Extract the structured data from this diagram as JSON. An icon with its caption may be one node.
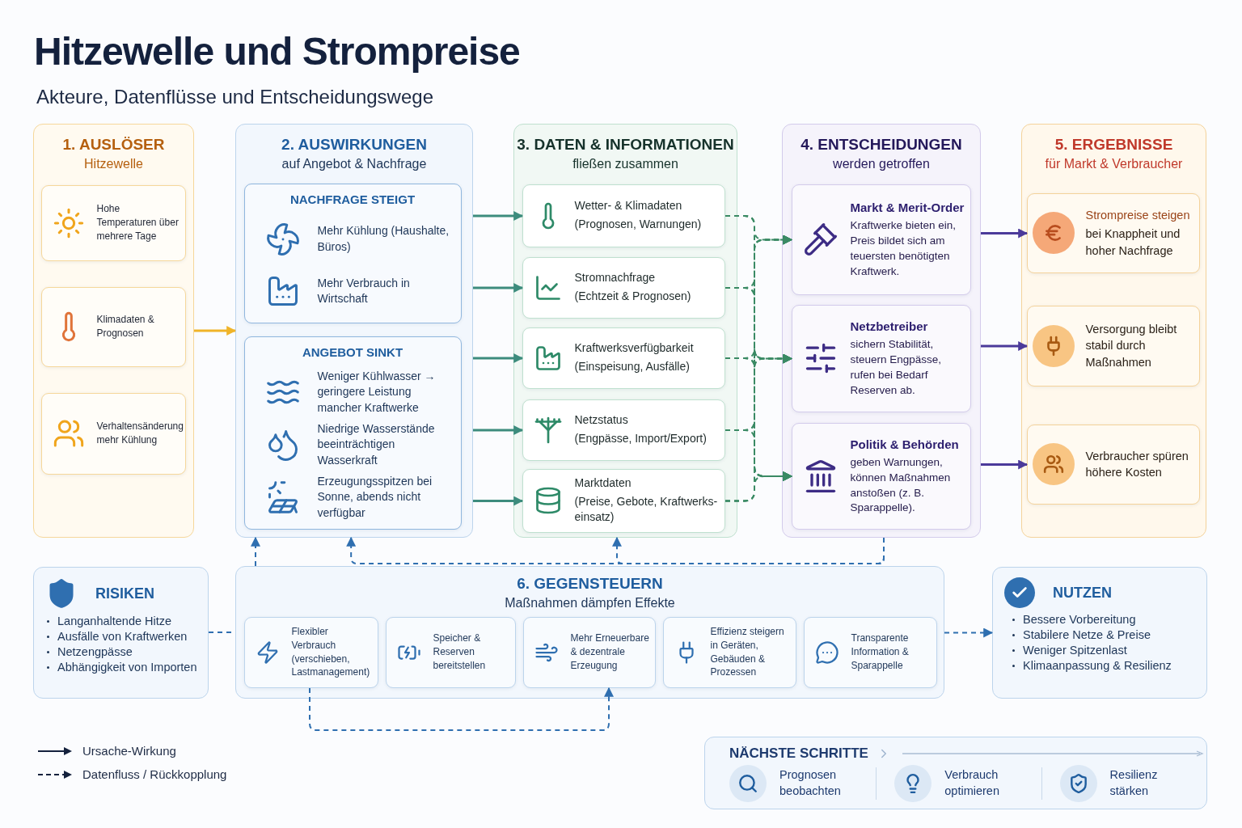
{
  "diagram": {
    "title": "Hitzewelle und Strompreise",
    "nodes": [
      {
        "text": [
          "1. AUSLÖSER",
          "Hitzewelle"
        ]
      },
      {
        "text": [
          "Hohe Temperaturen über mehrere Tage"
        ],
        "in": 0
      },
      {
        "text": [
          "Klimadaten & Prognosen"
        ],
        "in": 0
      },
      {
        "text": [
          "Verhaltensänderung mehr Kühlung"
        ],
        "in": 0
      },
      {
        "text": [
          "2. AUSWIRKUNGEN",
          "auf Angebot & Nachfrage"
        ]
      },
      {
        "text": [
          "NACHFRAGE STEIGT",
          "Mehr Kühlung (Haushalte, Büros)",
          "Mehr Verbrauch in Wirtschaft"
        ],
        "in": 4
      },
      {
        "text": [
          "ANGEBOT SINKT",
          "Weniger Kühlwasser → geringere Leistung mancher Kraftwerke",
          "Niedrige Wasserstände beeinträchtigen Wasserkraft",
          "Erzeugungsspitzen bei Sonne, abends nicht verfügbar"
        ],
        "in": 4
      },
      {
        "text": [
          "3. DATEN & INFORMATIONEN",
          "fließen zusammen"
        ]
      },
      {
        "text": [
          "Wetter- & Klimadaten",
          "(Prognosen, Warnungen)"
        ],
        "in": 7
      },
      {
        "text": [
          "Stromnachfrage",
          "(Echtzeit & Prognosen)"
        ],
        "in": 7
      },
      {
        "text": [
          "Kraftwerksverfügbarkeit",
          "(Einspeisung, Ausfälle)"
        ],
        "in": 7
      },
      {
        "text": [
          "Netzstatus",
          "(Engpässe, Import/Export)"
        ],
        "in": 7
      },
      {
        "text": [
          "Marktdaten",
          "(Preise, Gebote, Kraftwerks- einsatz)"
        ],
        "in": 7
      },
      {
        "text": [
          "4. ENTSCHEIDUNGEN",
          "werden getroffen"
        ]
      },
      {
        "text": [
          "Markt & Merit-Order",
          "Kraftwerke bieten ein, Preis bildet sich am teuersten benötigten Kraftwerk."
        ],
        "in": 13
      },
      {
        "text": [
          "Netzbetreiber",
          "sichern Stabilität, steuern Engpässe, rufen bei Bedarf Reserven ab."
        ],
        "in": 13
      },
      {
        "text": [
          "Politik & Behörden",
          "geben Warnungen, können Maßnahmen anstoßen (z. B. Sparappelle)."
        ],
        "in": 13
      },
      {
        "text": [
          "5. ERGEBNISSE",
          "für Markt & Verbraucher"
        ]
      },
      {
        "text": [
          "Strompreise steigen",
          "bei Knappheit und hoher Nachfrage"
        ],
        "in": 17
      },
      {
        "text": [
          "Versorgung bleibt stabil durch Maßnahmen"
        ],
        "in": 17
      },
      {
        "text": [
          "Verbraucher spüren höhere Kosten"
        ],
        "in": 17
      },
      {
        "text": [
          "RISIKEN",
          "Langanhaltende Hitze",
          "Ausfälle von Kraftwerken",
          "Netzengpässe",
          "Abhängigkeit von Importen"
        ]
      },
      {
        "text": [
          "6. GEGENSTEUERN",
          "Maßnahmen dämpfen Effekte"
        ]
      },
      {
        "text": [
          "Flexibler Verbrauch (verschieben, Lastmanagement)"
        ],
        "in": 22
      },
      {
        "text": [
          "Speicher & Reserven bereitstellen"
        ],
        "in": 22
      },
      {
        "text": [
          "Mehr Erneuerbare & dezentrale Erzeugung"
        ],
        "in": 22
      },
      {
        "text": [
          "Effizienz steigern in Geräten, Gebäuden & Prozessen"
        ],
        "in": 22
      },
      {
        "text": [
          "Transparente Information & Sparappelle"
        ],
        "in": 22
      },
      {
        "text": [
          "NUTZEN",
          "Bessere Vorbereitung",
          "Stabilere Netze & Preise",
          "Weniger Spitzenlast",
          "Klimaanpassung & Resilienz"
        ]
      },
      {
        "text": [
          "NÄCHSTE SCHRITTE",
          "Prognosen beobachten",
          "Verbrauch optimieren",
          "Resilienz stärken"
        ]
      }
    ],
    "edges": [
      {
        "from": 0,
        "to": 4,
        "arrow": "to",
        "color": "#f0b429"
      },
      {
        "from": 4,
        "to": 8,
        "arrow": "to",
        "color": "#3d8c7d"
      },
      {
        "from": 4,
        "to": 9,
        "arrow": "to",
        "color": "#3d8c7d"
      },
      {
        "from": 4,
        "to": 10,
        "arrow": "to",
        "color": "#3d8c7d"
      },
      {
        "from": 4,
        "to": 11,
        "arrow": "to",
        "color": "#3d8c7d"
      },
      {
        "from": 4,
        "to": 12,
        "arrow": "to",
        "color": "#3d8c7d"
      },
      {
        "from": 8,
        "to": 14,
        "arrow": "to",
        "style": "dashed",
        "color": "#3a8a64"
      },
      {
        "from": 8,
        "to": 15,
        "arrow": "to",
        "style": "dashed",
        "color": "#3a8a64"
      },
      {
        "from": 8,
        "to": 16,
        "arrow": "to",
        "style": "dashed",
        "color": "#3a8a64"
      },
      {
        "from": 9,
        "to": 14,
        "arrow": "to",
        "style": "dashed",
        "color": "#3a8a64"
      },
      {
        "from": 9,
        "to": 15,
        "arrow": "to",
        "style": "dashed",
        "color": "#3a8a64"
      },
      {
        "from": 9,
        "to": 16,
        "arrow": "to",
        "style": "dashed",
        "color": "#3a8a64"
      },
      {
        "from": 10,
        "to": 14,
        "arrow": "to",
        "style": "dashed",
        "color": "#3a8a64"
      },
      {
        "from": 10,
        "to": 15,
        "arrow": "to",
        "style": "dashed",
        "color": "#3a8a64"
      },
      {
        "from": 10,
        "to": 16,
        "arrow": "to",
        "style": "dashed",
        "color": "#3a8a64"
      },
      {
        "from": 11,
        "to": 14,
        "arrow": "to",
        "style": "dashed",
        "color": "#3a8a64"
      },
      {
        "from": 11,
        "to": 15,
        "arrow": "to",
        "style": "dashed",
        "color": "#3a8a64"
      },
      {
        "from": 11,
        "to": 16,
        "arrow": "to",
        "style": "dashed",
        "color": "#3a8a64"
      },
      {
        "from": 12,
        "to": 14,
        "arrow": "to",
        "style": "dashed",
        "color": "#3a8a64"
      },
      {
        "from": 12,
        "to": 15,
        "arrow": "to",
        "style": "dashed",
        "color": "#3a8a64"
      },
      {
        "from": 12,
        "to": 16,
        "arrow": "to",
        "style": "dashed",
        "color": "#3a8a64"
      },
      {
        "from": 13,
        "to": 18,
        "arrow": "to",
        "color": "#4b3a9a"
      },
      {
        "from": 13,
        "to": 19,
        "arrow": "to",
        "color": "#4b3a9a"
      },
      {
        "from": 13,
        "to": 20,
        "arrow": "to",
        "color": "#4b3a9a"
      },
      {
        "from": 22,
        "to": 4,
        "arrow": "to",
        "style": "dashed",
        "color": "#2f6fb0"
      },
      {
        "from": 13,
        "to": 4,
        "arrow": "to",
        "style": "dashed",
        "color": "#2f6fb0"
      },
      {
        "from": 13,
        "to": 7,
        "arrow": "to",
        "style": "dashed",
        "color": "#2f6fb0"
      },
      {
        "from": 23,
        "to": 25,
        "arrow": "to",
        "style": "dashed",
        "color": "#2f6fb0"
      },
      {
        "from": 21,
        "to": 22,
        "arrow": "none",
        "style": "dashed",
        "color": "#2f6fb0"
      },
      {
        "from": 22,
        "to": 28,
        "arrow": "to",
        "style": "dashed",
        "color": "#2f6fb0"
      }
    ],
    "labels": [
      "Akteure, Datenflüsse und Entscheidungswege"
    ],
    "legend": [
      {
        "text": "Ursache-Wirkung"
      },
      {
        "text": "Datenfluss / Rückkopplung"
      }
    ]
  }
}
